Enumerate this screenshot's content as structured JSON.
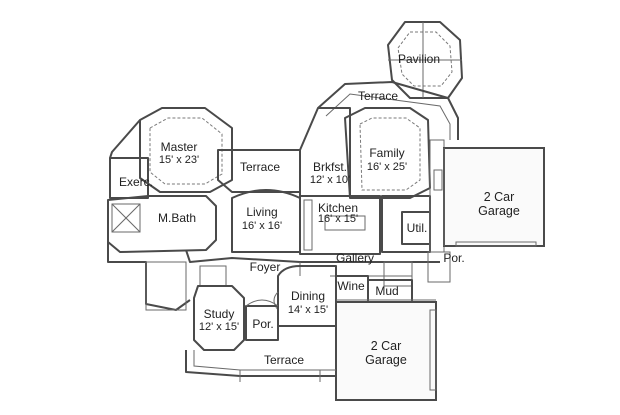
{
  "floor_plan": {
    "rooms": [
      {
        "id": "pavilion",
        "name": "Pavilion",
        "dims": ""
      },
      {
        "id": "terrace-rear",
        "name": "Terrace",
        "dims": ""
      },
      {
        "id": "master",
        "name": "Master",
        "dims": "15' x 23'"
      },
      {
        "id": "terrace-mid",
        "name": "Terrace",
        "dims": ""
      },
      {
        "id": "brkfst",
        "name": "Brkfst.",
        "dims": "12' x 10'"
      },
      {
        "id": "family",
        "name": "Family",
        "dims": "16' x 25'"
      },
      {
        "id": "exercise",
        "name": "Exerc.",
        "dims": ""
      },
      {
        "id": "living",
        "name": "Living",
        "dims": "16' x 16'"
      },
      {
        "id": "kitchen",
        "name": "Kitchen",
        "dims": "16' x 15'"
      },
      {
        "id": "mbath",
        "name": "M.Bath",
        "dims": ""
      },
      {
        "id": "garage-right",
        "name": "2 Car",
        "dims": "Garage"
      },
      {
        "id": "utility",
        "name": "Util.",
        "dims": ""
      },
      {
        "id": "foyer",
        "name": "Foyer",
        "dims": ""
      },
      {
        "id": "gallery",
        "name": "Gallery",
        "dims": ""
      },
      {
        "id": "porch-right",
        "name": "Por.",
        "dims": ""
      },
      {
        "id": "wine",
        "name": "Wine",
        "dims": ""
      },
      {
        "id": "mud",
        "name": "Mud",
        "dims": ""
      },
      {
        "id": "dining",
        "name": "Dining",
        "dims": "14' x 15'"
      },
      {
        "id": "study",
        "name": "Study",
        "dims": "12' x 15'"
      },
      {
        "id": "porch-front",
        "name": "Por.",
        "dims": ""
      },
      {
        "id": "garage-front",
        "name": "2 Car",
        "dims": "Garage"
      },
      {
        "id": "terrace-front",
        "name": "Terrace",
        "dims": ""
      }
    ]
  }
}
